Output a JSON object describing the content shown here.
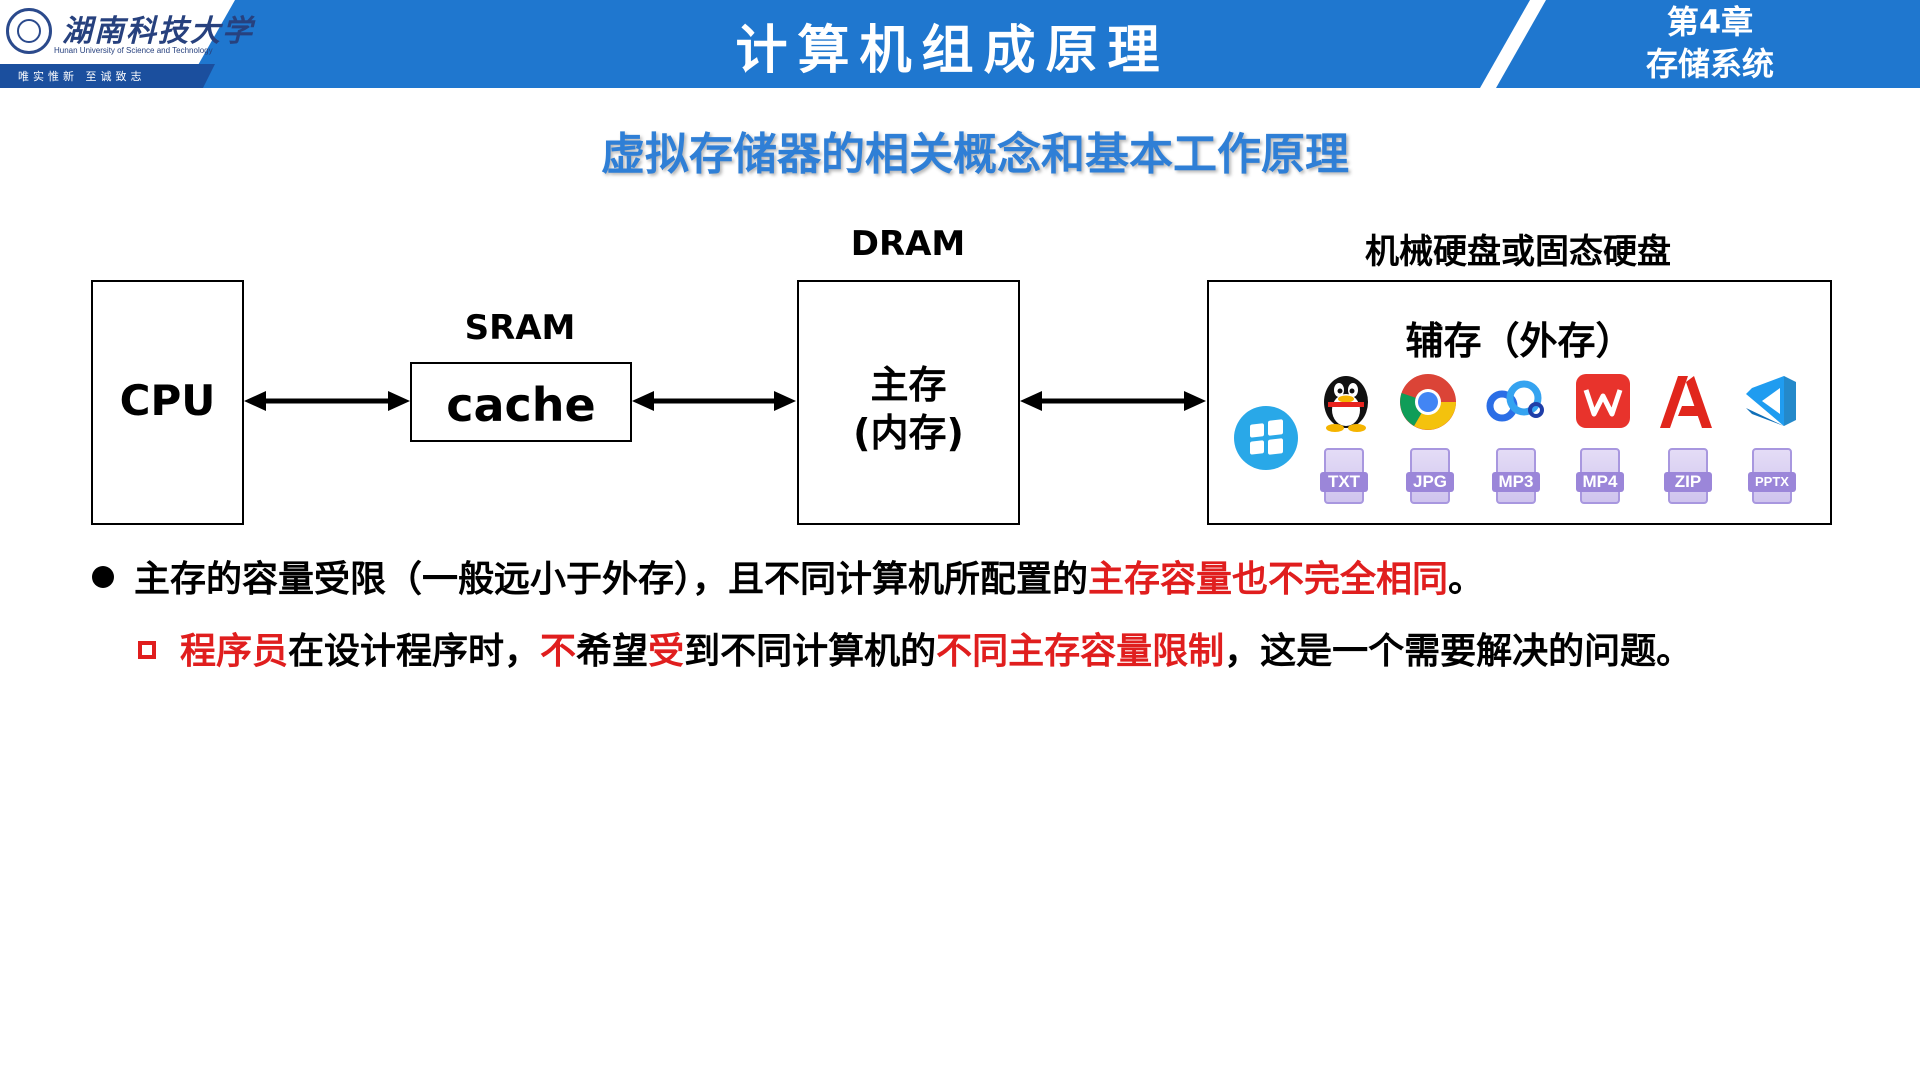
{
  "header": {
    "university_name": "湖南科技大学",
    "university_english": "Hunan University of Science and Technology",
    "motto": "唯实惟新  至诚致志",
    "course_title": "计算机组成原理",
    "chapter_number": "第4章",
    "chapter_name": "存储系统",
    "colors": {
      "band": "#1f77cf",
      "logo_blue": "#27417e"
    }
  },
  "subtitle": "虚拟存储器的相关概念和基本工作原理",
  "diagram": {
    "cpu_label": "CPU",
    "sram_caption": "SRAM",
    "cache_label": "cache",
    "dram_caption": "DRAM",
    "main_memory_line1": "主存",
    "main_memory_line2": "(内存)",
    "disk_caption": "机械硬盘或固态硬盘",
    "secondary_label": "辅存（外存）",
    "app_icons": [
      "windows-icon",
      "qq-penguin-icon",
      "chrome-icon",
      "baidu-netdisk-icon",
      "wps-icon",
      "adobe-acrobat-icon",
      "vscode-icon"
    ],
    "file_types": [
      "TXT",
      "JPG",
      "MP3",
      "MP4",
      "ZIP",
      "PPTX"
    ]
  },
  "bullets": {
    "line1": {
      "text_a": "主存的容量受限（一般远小于外存），且不同计算机所配置的",
      "text_red": "主存容量也不完全相同",
      "text_b": "。"
    },
    "line2": {
      "red_a": "程序员",
      "text_a": "在设计程序时，",
      "red_b": "不",
      "text_b": "希望",
      "red_c": "受",
      "text_c": "到不同计算机的",
      "red_d": "不同主存容量限制",
      "text_d": "，这是一个需要解决的问题。"
    },
    "colors": {
      "emphasis": "#e01e1e"
    }
  }
}
